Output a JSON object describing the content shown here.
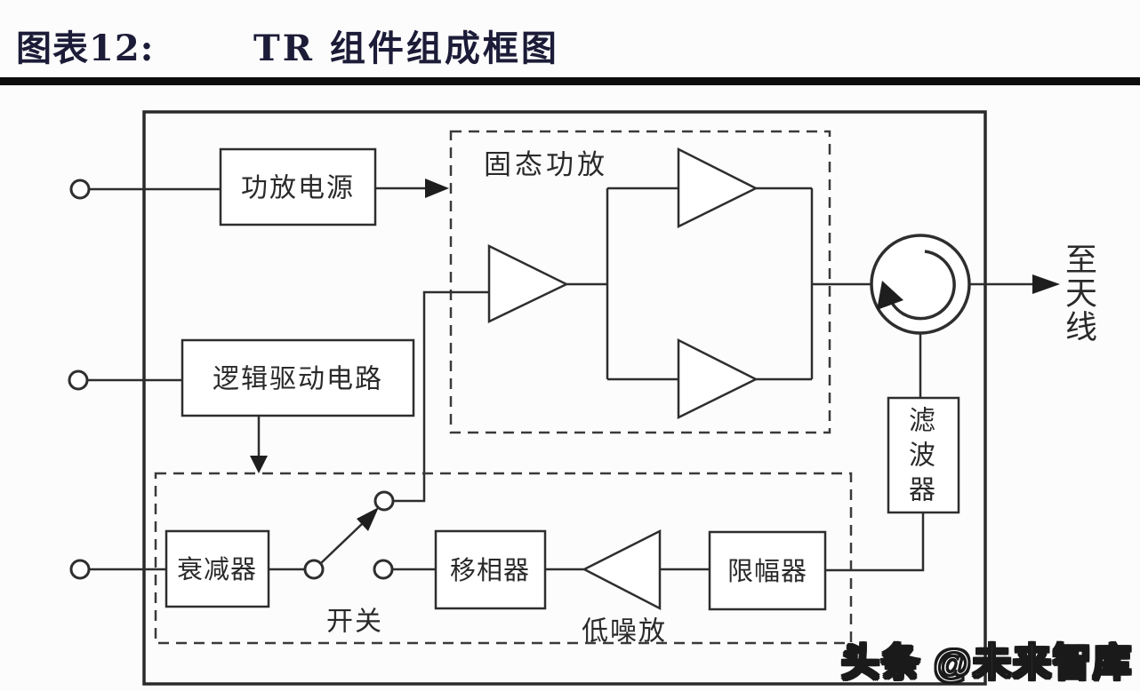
{
  "header": {
    "figure_label": "图表12:",
    "figure_title": "TR 组件组成框图"
  },
  "diagram": {
    "blocks": {
      "pa_power": "功放电源",
      "logic_driver": "逻辑驱动电路",
      "attenuator": "衰减器",
      "phase_shifter": "移相器",
      "limiter": "限幅器"
    },
    "group_labels": {
      "sspa": "固态功放",
      "switch": "开关",
      "lna": "低噪放"
    },
    "filter_chars": [
      "滤",
      "波",
      "器"
    ],
    "antenna_chars": [
      "至",
      "天",
      "线"
    ]
  },
  "watermark": "头条 @未来智库",
  "colors": {
    "line": "#2e2e2e",
    "title_text": "#1c1c38",
    "rule": "#0d0d0d",
    "watermark_fill": "#ffffff",
    "watermark_outline": "#1a1a1a"
  }
}
